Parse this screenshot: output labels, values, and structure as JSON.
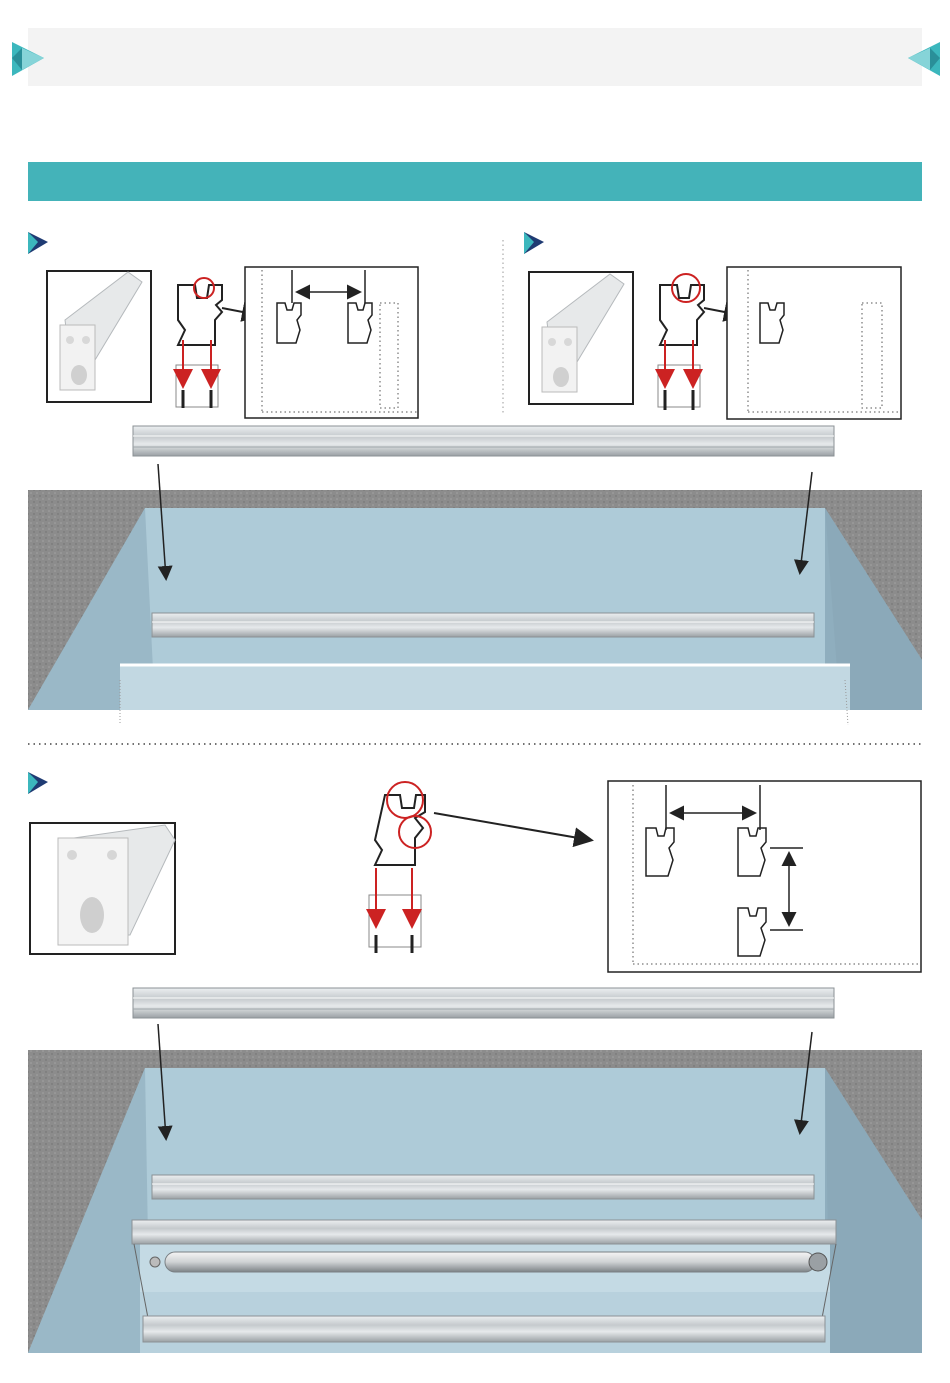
{
  "colors": {
    "header_bg": "#f3f3f3",
    "section_bar": "#44b3b9",
    "accent_teal": "#3cb7bd",
    "accent_navy": "#1f3b73",
    "red_marker": "#cc2222",
    "pool_water": "#aecbd8",
    "pool_wall": "#8faebe",
    "concrete": "#8a8a8a",
    "rail_metal": "#cfd3d6",
    "line_dark": "#222222"
  },
  "icons": {
    "header_left": "triangle-arrow-right-icon",
    "header_right": "triangle-arrow-left-icon",
    "step_marker": "step-arrow-icon"
  },
  "steps": [
    {
      "id": "step-1",
      "text": ""
    },
    {
      "id": "step-2",
      "text": ""
    },
    {
      "id": "step-3",
      "text": ""
    }
  ]
}
